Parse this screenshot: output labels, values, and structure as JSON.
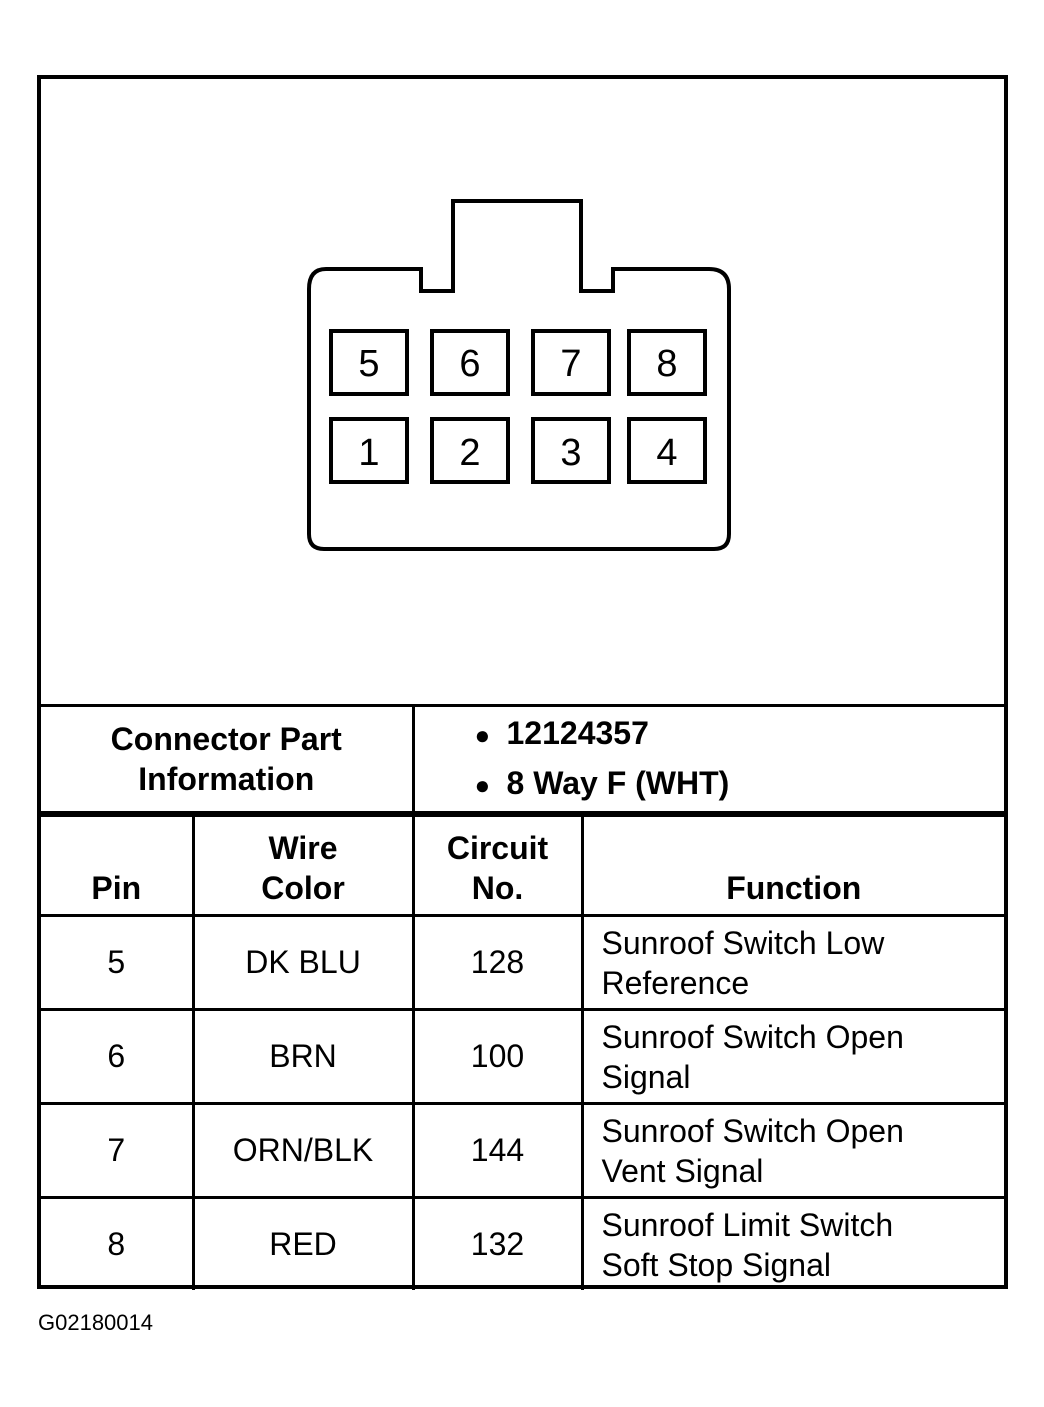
{
  "connector": {
    "top_row_pins": [
      "5",
      "6",
      "7",
      "8"
    ],
    "bottom_row_pins": [
      "1",
      "2",
      "3",
      "4"
    ]
  },
  "connector_info": {
    "label_line1": "Connector Part",
    "label_line2": "Information",
    "part_number": "12124357",
    "description": "8 Way F (WHT)"
  },
  "table": {
    "headers": {
      "pin": "Pin",
      "wire_color_line1": "Wire",
      "wire_color_line2": "Color",
      "circuit_line1": "Circuit",
      "circuit_line2": "No.",
      "function": "Function"
    },
    "rows": [
      {
        "pin": "5",
        "wire_color": "DK BLU",
        "circuit": "128",
        "function_line1": "Sunroof Switch Low",
        "function_line2": "Reference"
      },
      {
        "pin": "6",
        "wire_color": "BRN",
        "circuit": "100",
        "function_line1": "Sunroof Switch Open",
        "function_line2": "Signal"
      },
      {
        "pin": "7",
        "wire_color": "ORN/BLK",
        "circuit": "144",
        "function_line1": "Sunroof Switch Open",
        "function_line2": "Vent Signal"
      },
      {
        "pin": "8",
        "wire_color": "RED",
        "circuit": "132",
        "function_line1": "Sunroof Limit Switch",
        "function_line2": "Soft Stop Signal"
      }
    ]
  },
  "figure_id": "G02180014"
}
